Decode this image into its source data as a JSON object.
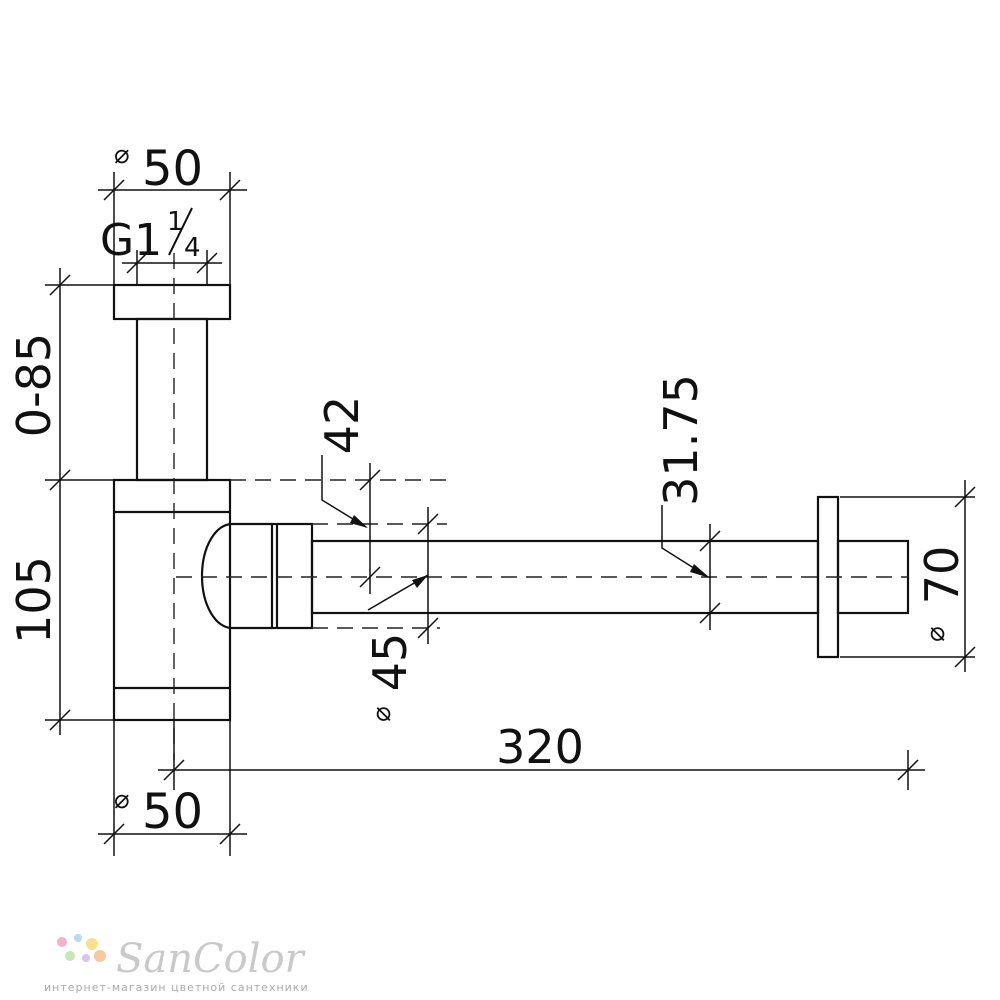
{
  "drawing": {
    "dimensions": {
      "top_diameter": "50",
      "thread": "G1",
      "thread_fraction_num": "1",
      "thread_fraction_den": "4",
      "height_adjust": "0-85",
      "body_height": "105",
      "outlet_diameter": "42",
      "pipe_diameter": "31.75",
      "inner_diameter": "45",
      "rosette_diameter": "70",
      "length": "320",
      "bottom_diameter": "50"
    },
    "diameter_symbol": "⌀"
  },
  "logo": {
    "name": "SanColor",
    "tagline": "интернет-магазин цветной сантехники",
    "dot_colors": [
      "#f6b3c8",
      "#b7d9f5",
      "#f8e08e",
      "#c7e6b3",
      "#d8c2ee",
      "#f9c7a0"
    ]
  }
}
